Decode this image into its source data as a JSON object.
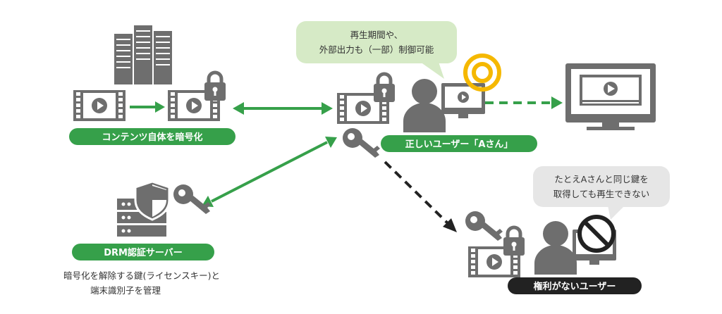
{
  "colors": {
    "green": "#36A04A",
    "green_bubble": "#D6EAC6",
    "gray_bubble": "#E6E6E6",
    "dark_gray": "#6E6E6E",
    "black_label": "#222222",
    "yellow": "#F5B800"
  },
  "labels": {
    "encrypt_content": "コンテンツ自体を暗号化",
    "drm_server": "DRM認証サーバー",
    "legit_user": "正しいユーザー「Aさん」",
    "no_rights_user": "権利がないユーザー"
  },
  "bubbles": {
    "legit_line1": "再生期間や、",
    "legit_line2": "外部出力も（一部）制御可能",
    "denied_line1": "たとえAさんと同じ鍵を",
    "denied_line2": "取得しても再生できない"
  },
  "caption": {
    "line1": "暗号化を解除する鍵(ライセンスキー)と",
    "line2": "端末識別子を管理"
  },
  "icons": [
    "server-icon",
    "video-film-icon",
    "padlock-icon",
    "key-icon",
    "shield-icon",
    "user-icon",
    "monitor-icon",
    "prohibited-icon",
    "target-icon"
  ]
}
